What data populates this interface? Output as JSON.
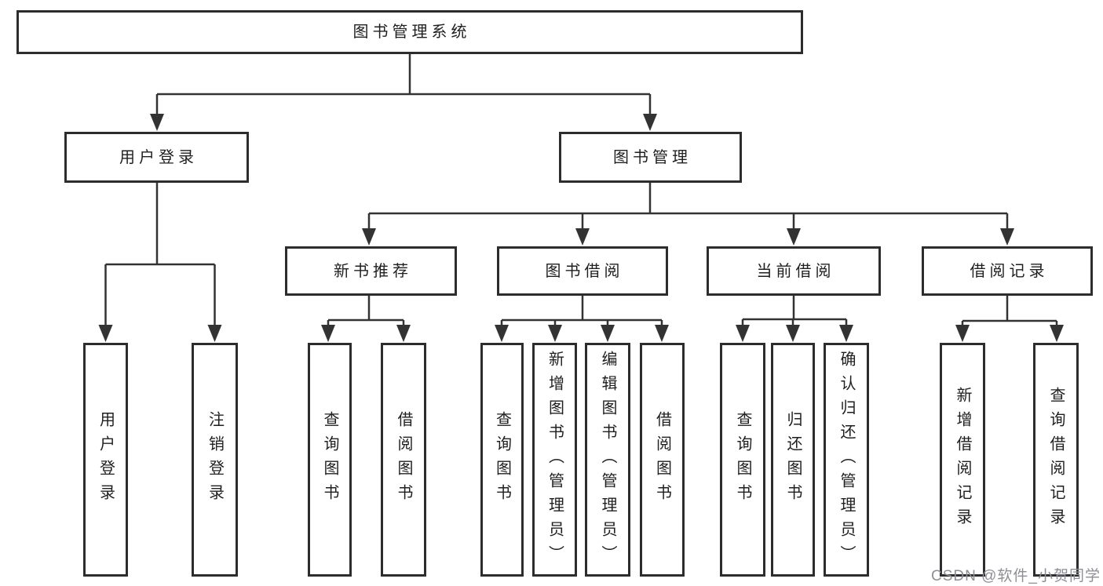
{
  "diagram": {
    "title": "图书管理系统",
    "watermark": "CSDN @软件_小贺同学",
    "colors": {
      "background": "#ffffff",
      "box_border": "#2d2d2d",
      "connector": "#333333",
      "text": "#1f1f1f",
      "watermark_text": "#8e8e96"
    },
    "root": {
      "label": "图书管理系统"
    },
    "level2": [
      {
        "id": "user-login",
        "label": "用户登录",
        "parent": "图书管理系统"
      },
      {
        "id": "book-management",
        "label": "图书管理",
        "parent": "图书管理系统"
      }
    ],
    "level3": [
      {
        "id": "new-book-recommend",
        "label": "新书推荐",
        "parent": "图书管理"
      },
      {
        "id": "book-borrowing",
        "label": "图书借阅",
        "parent": "图书管理"
      },
      {
        "id": "current-borrowing",
        "label": "当前借阅",
        "parent": "图书管理"
      },
      {
        "id": "borrowing-records",
        "label": "借阅记录",
        "parent": "图书管理"
      }
    ],
    "leaves": [
      {
        "id": "user-login-leaf",
        "label": "用户登录",
        "parent": "用户登录"
      },
      {
        "id": "logout",
        "label": "注销登录",
        "parent": "用户登录"
      },
      {
        "id": "query-books-recommend",
        "label": "查询图书",
        "parent": "新书推荐"
      },
      {
        "id": "borrow-books-recommend",
        "label": "借阅图书",
        "parent": "新书推荐"
      },
      {
        "id": "query-books-borrowing",
        "label": "查询图书",
        "parent": "图书借阅"
      },
      {
        "id": "add-books-admin",
        "label": "新增图书（管理员）",
        "parent": "图书借阅"
      },
      {
        "id": "edit-books-admin",
        "label": "编辑图书（管理员）",
        "parent": "图书借阅"
      },
      {
        "id": "borrow-books-borrowing",
        "label": "借阅图书",
        "parent": "图书借阅"
      },
      {
        "id": "query-books-current",
        "label": "查询图书",
        "parent": "当前借阅"
      },
      {
        "id": "return-books",
        "label": "归还图书",
        "parent": "当前借阅"
      },
      {
        "id": "confirm-return-admin",
        "label": "确认归还（管理员）",
        "parent": "当前借阅"
      },
      {
        "id": "add-borrowing-record",
        "label": "新增借阅记录",
        "parent": "借阅记录"
      },
      {
        "id": "query-borrowing-record",
        "label": "查询借阅记录",
        "parent": "借阅记录"
      }
    ]
  }
}
